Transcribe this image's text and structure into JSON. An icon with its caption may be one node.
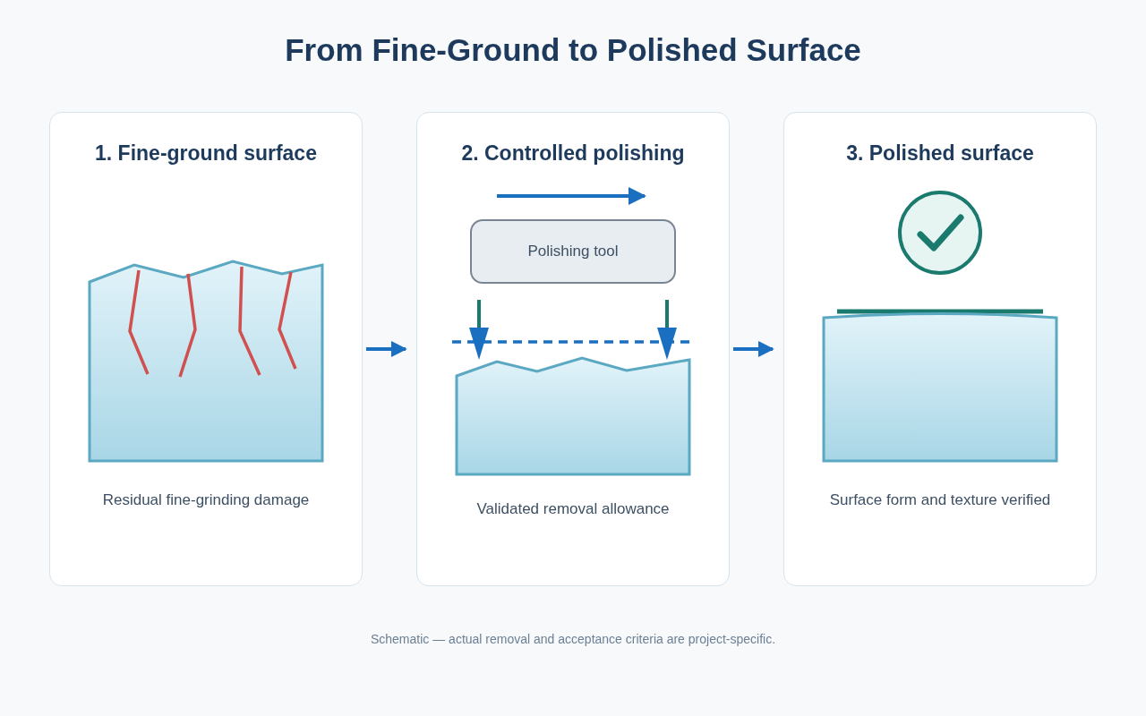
{
  "diagram": {
    "title": "From Fine-Ground to Polished Surface",
    "nodes": [
      {
        "text": [
          "1. Fine-ground surface",
          "Residual fine-grinding damage"
        ]
      },
      {
        "text": [
          "2. Controlled polishing",
          "Validated removal allowance"
        ]
      },
      {
        "text": [
          "Polishing tool"
        ],
        "in": 1
      },
      {
        "text": [
          "3. Polished surface",
          "Surface form and texture verified"
        ]
      }
    ],
    "edges": [
      {
        "from": 0,
        "to": 1,
        "arrow": "to"
      },
      {
        "from": 1,
        "to": 3,
        "arrow": "to"
      }
    ],
    "caption": "Schematic — actual removal and acceptance criteria are project-specific."
  }
}
